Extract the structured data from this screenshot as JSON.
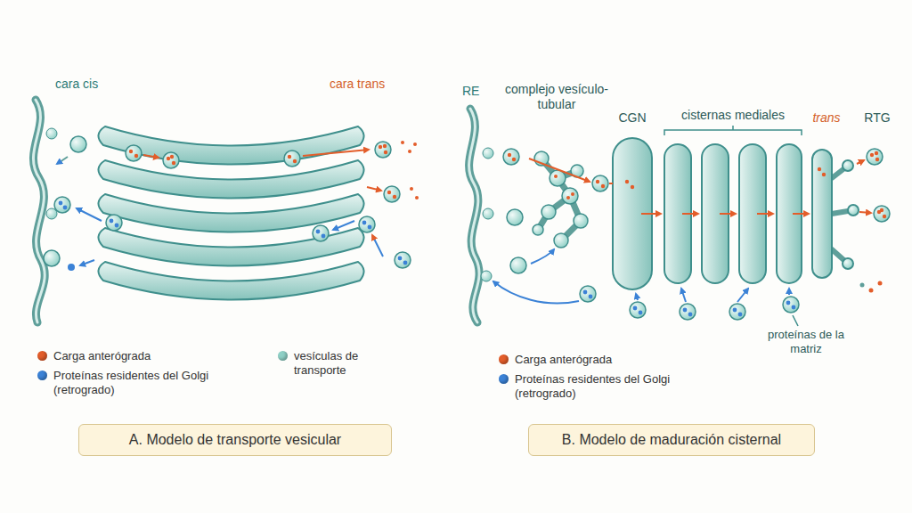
{
  "diagram": {
    "nodes": [
      {
        "text": [
          "A. Modelo de transporte vesicular"
        ]
      },
      {
        "text": [
          "B. Modelo de maduración cisternal"
        ]
      }
    ],
    "labels": [
      "cara cis",
      "cara trans",
      "RE",
      "complejo vesículo-tubular",
      "CGN",
      "cisternas mediales",
      "trans",
      "RTG",
      "proteínas de la matriz"
    ],
    "legend": [
      {
        "text": "Carga anterógrada",
        "color": "#e35d2a"
      },
      {
        "text": "Proteínas residentes del Golgi (retrogrado)",
        "color": "#3b82d6"
      },
      {
        "text": "vesículas de transporte",
        "color": "#8fd0c6"
      },
      {
        "text": "Carga anterógrada",
        "color": "#e35d2a"
      },
      {
        "text": "Proteínas residentes del Golgi (retrogrado)",
        "color": "#3b82d6"
      }
    ]
  }
}
